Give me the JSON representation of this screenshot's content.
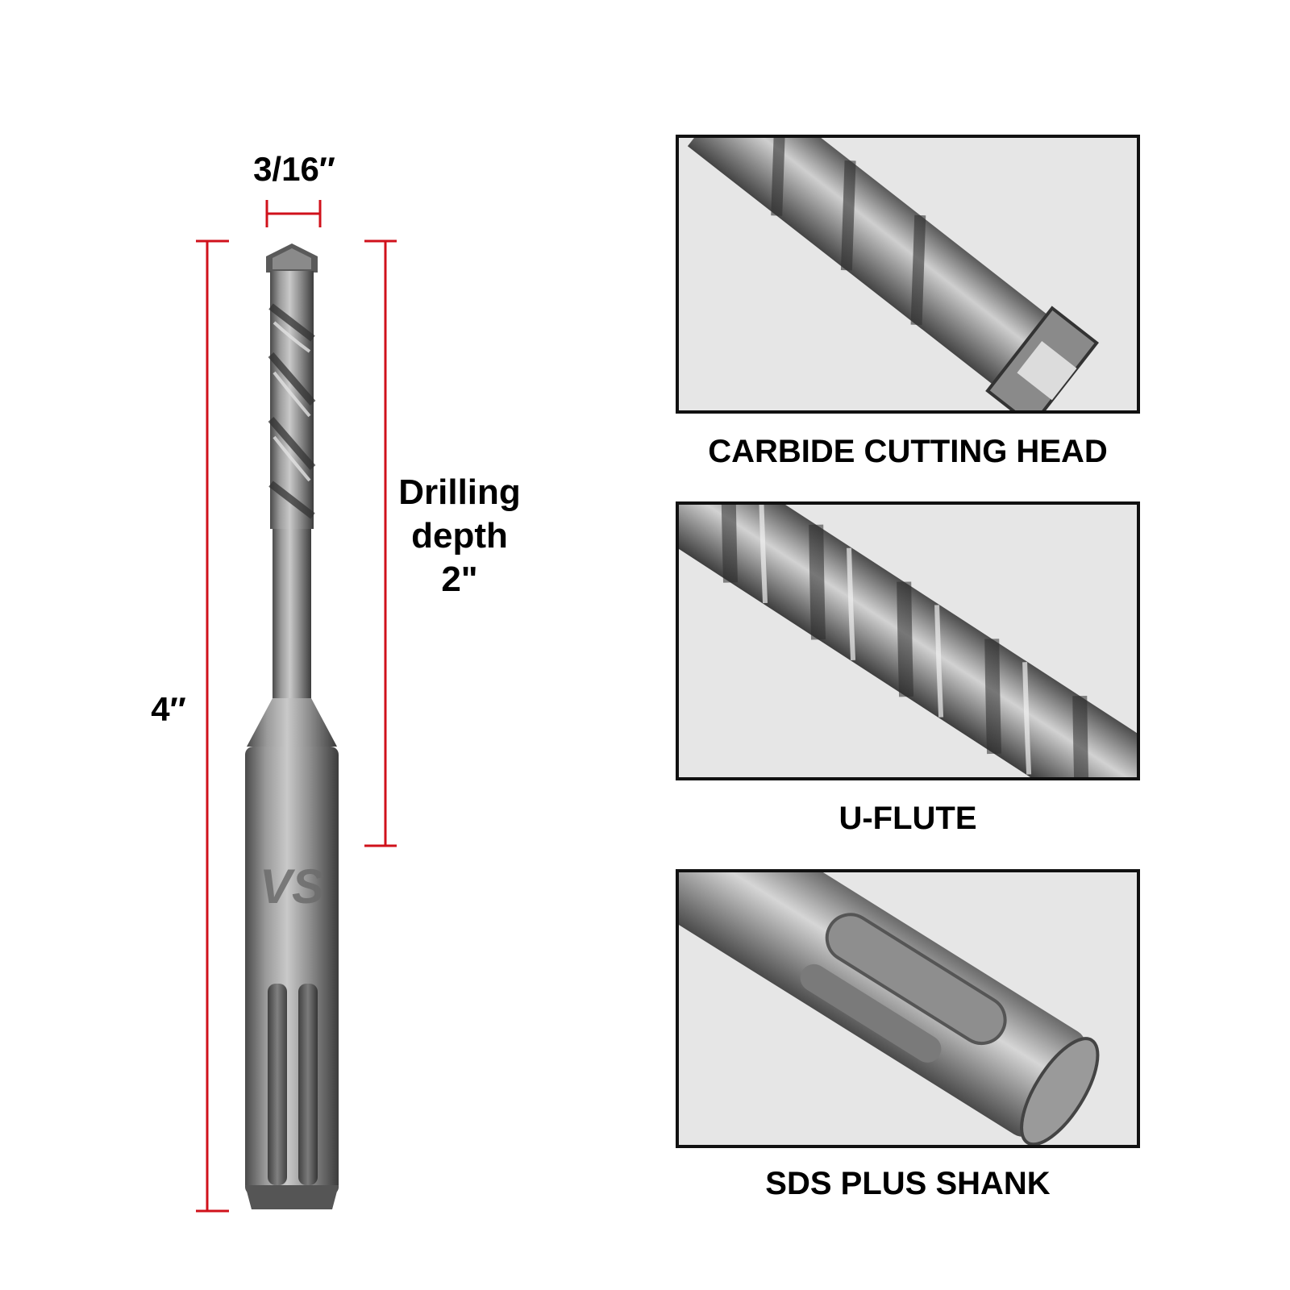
{
  "dimensions": {
    "width_label": "3/16″",
    "length_label": "4″",
    "depth_line1": "Drilling",
    "depth_line2": "depth",
    "depth_line3": "2\"",
    "marker_color": "#d0111b"
  },
  "brand_mark": "VS",
  "features": [
    {
      "caption": "CARBIDE CUTTING HEAD"
    },
    {
      "caption": "U-FLUTE"
    },
    {
      "caption": "SDS PLUS SHANK"
    }
  ]
}
